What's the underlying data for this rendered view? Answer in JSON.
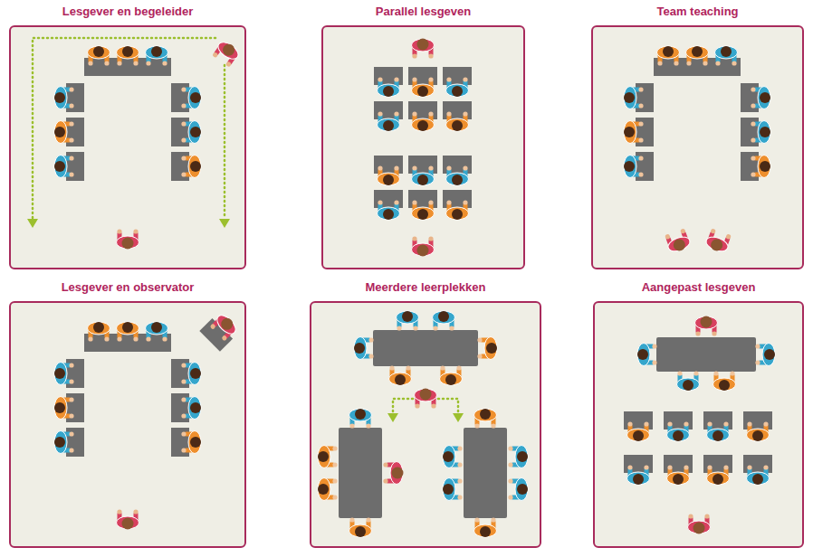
{
  "diagram": {
    "nodes": [
      {
        "text": [
          "Lesgever en begeleider"
        ]
      },
      {
        "text": [
          "Parallel lesgeven"
        ]
      },
      {
        "text": [
          "Team teaching"
        ]
      },
      {
        "text": [
          "Lesgever en observator"
        ]
      },
      {
        "text": [
          "Meerdere leerplekken"
        ]
      },
      {
        "text": [
          "Aangepast lesgeven"
        ]
      }
    ]
  }
}
